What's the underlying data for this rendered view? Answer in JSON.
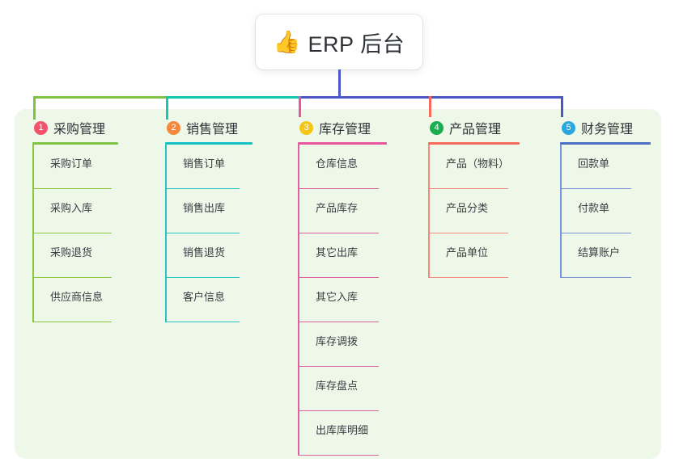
{
  "title_card": {
    "icon": "thumbs-up-emoji",
    "emoji": "👍",
    "text": "ERP 后台"
  },
  "theme": {
    "panel_bg": "#eef8e9",
    "page_bg": "#ffffff",
    "title_text_color": "#2e3136",
    "trunk_color": "#4a57c4"
  },
  "connector": {
    "segments": [
      {
        "name": "segment-green",
        "color": "#7dc242"
      },
      {
        "name": "segment-teal",
        "color": "#13c9ae"
      },
      {
        "name": "segment-indigo",
        "color": "#4a57c4"
      }
    ]
  },
  "columns": [
    {
      "number": "1",
      "title": "采购管理",
      "badge_color": "#f0536b",
      "rule_color": "#7dc242",
      "line_color": "#8cc63f",
      "drop_color": "#7dc242",
      "items": [
        {
          "label": "采购订单"
        },
        {
          "label": "采购入库"
        },
        {
          "label": "采购退货"
        },
        {
          "label": "供应商信息"
        }
      ]
    },
    {
      "number": "2",
      "title": "销售管理",
      "badge_color": "#f5883c",
      "rule_color": "#13c2c2",
      "line_color": "#26c6c6",
      "drop_color": "#13c9ae",
      "items": [
        {
          "label": "销售订单"
        },
        {
          "label": "销售出库"
        },
        {
          "label": "销售退货"
        },
        {
          "label": "客户信息"
        }
      ]
    },
    {
      "number": "3",
      "title": "库存管理",
      "badge_color": "#f5c518",
      "rule_color": "#e8569f",
      "line_color": "#e060a0",
      "drop_color": "#e8569f",
      "items": [
        {
          "label": "仓库信息"
        },
        {
          "label": "产品库存"
        },
        {
          "label": "其它出库"
        },
        {
          "label": "其它入库"
        },
        {
          "label": "库存调拨"
        },
        {
          "label": "库存盘点"
        },
        {
          "label": "出库库明细"
        }
      ]
    },
    {
      "number": "4",
      "title": "产品管理",
      "badge_color": "#1bad52",
      "rule_color": "#f76a5c",
      "line_color": "#f58a7e",
      "drop_color": "#f76a5c",
      "items": [
        {
          "label": "产品（物料）"
        },
        {
          "label": "产品分类"
        },
        {
          "label": "产品单位"
        }
      ]
    },
    {
      "number": "5",
      "title": "财务管理",
      "badge_color": "#29a8e0",
      "rule_color": "#4a6fc4",
      "line_color": "#7a93d6",
      "drop_color": "#4a57c4",
      "items": [
        {
          "label": "回款单"
        },
        {
          "label": "付款单"
        },
        {
          "label": "结算账户"
        }
      ]
    }
  ]
}
